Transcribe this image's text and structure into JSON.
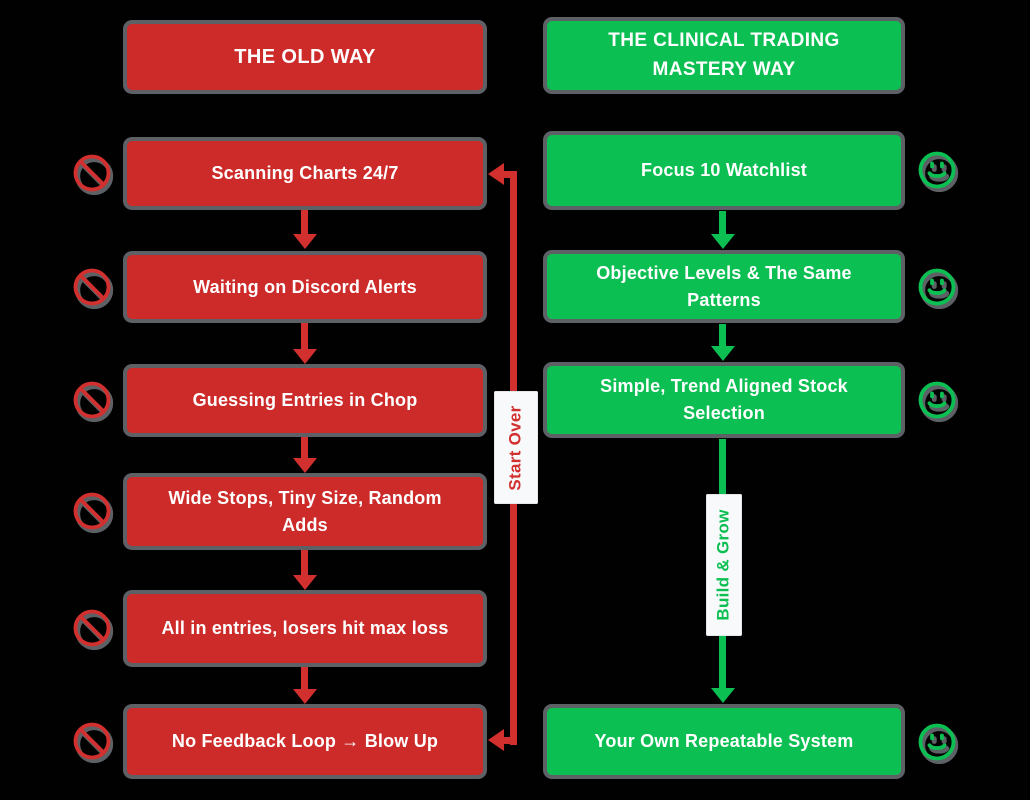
{
  "old_way": {
    "header": "THE OLD WAY",
    "steps": [
      "Scanning Charts 24/7",
      "Waiting on Discord Alerts",
      "Guessing Entries in Chop",
      "Wide Stops, Tiny Size, Random Adds",
      "All in entries, losers hit max loss",
      "No Feedback Loop → Blow Up"
    ],
    "loop_label": "Start Over",
    "icon": "ban-icon",
    "color": "#cd2a2a"
  },
  "new_way": {
    "header": "THE CLINICAL TRADING MASTERY WAY",
    "steps": [
      "Focus 10 Watchlist",
      "Objective Levels & The Same Patterns",
      "Simple, Trend Aligned Stock Selection",
      "Your Own Repeatable System"
    ],
    "flow_label": "Build & Grow",
    "icon": "smile-icon",
    "color": "#0cbf53"
  },
  "colors": {
    "background": "#000000",
    "red": "#cd2a2a",
    "green": "#0cbf53",
    "outline_gray": "#5d6165",
    "label_background": "#f7f9fb",
    "text": "#ffffff"
  }
}
